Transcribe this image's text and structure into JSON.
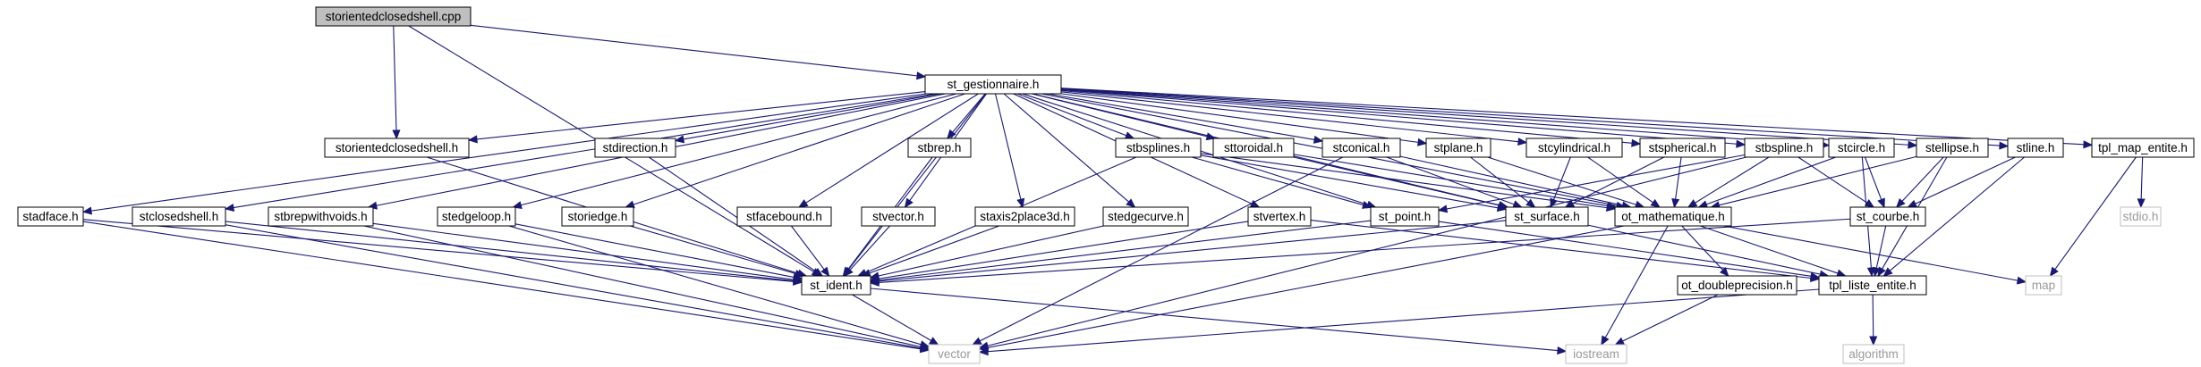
{
  "graph": {
    "root": "storientedclosedshell.cpp",
    "colors": {
      "edge": "#191970",
      "node_border": "#000000",
      "root_fill": "#bfbfbf",
      "external_border": "#bfbfbf",
      "external_text": "#999999",
      "background": "#ffffff"
    },
    "nodes": [
      {
        "id": "n0",
        "label": "storientedclosedshell.cpp",
        "kind": "root"
      },
      {
        "id": "n1",
        "label": "st_gestionnaire.h",
        "kind": "header"
      },
      {
        "id": "n2",
        "label": "storientedclosedshell.h",
        "kind": "header"
      },
      {
        "id": "n3",
        "label": "stadface.h",
        "kind": "header"
      },
      {
        "id": "n4",
        "label": "stclosedshell.h",
        "kind": "header"
      },
      {
        "id": "n5",
        "label": "stbrepwithvoids.h",
        "kind": "header"
      },
      {
        "id": "n6",
        "label": "stedgeloop.h",
        "kind": "header"
      },
      {
        "id": "n7",
        "label": "storiedge.h",
        "kind": "header"
      },
      {
        "id": "n8",
        "label": "stdirection.h",
        "kind": "header"
      },
      {
        "id": "n9",
        "label": "stfacebound.h",
        "kind": "header"
      },
      {
        "id": "n10",
        "label": "stvector.h",
        "kind": "header"
      },
      {
        "id": "n11",
        "label": "stbrep.h",
        "kind": "header"
      },
      {
        "id": "n12",
        "label": "staxis2place3d.h",
        "kind": "header"
      },
      {
        "id": "n13",
        "label": "stedgecurve.h",
        "kind": "header"
      },
      {
        "id": "n14",
        "label": "stbsplines.h",
        "kind": "header"
      },
      {
        "id": "n15",
        "label": "sttoroidal.h",
        "kind": "header"
      },
      {
        "id": "n16",
        "label": "stvertex.h",
        "kind": "header"
      },
      {
        "id": "n17",
        "label": "stconical.h",
        "kind": "header"
      },
      {
        "id": "n18",
        "label": "st_point.h",
        "kind": "header"
      },
      {
        "id": "n19",
        "label": "stplane.h",
        "kind": "header"
      },
      {
        "id": "n20",
        "label": "stcylindrical.h",
        "kind": "header"
      },
      {
        "id": "n21",
        "label": "st_surface.h",
        "kind": "header"
      },
      {
        "id": "n22",
        "label": "stspherical.h",
        "kind": "header"
      },
      {
        "id": "n23",
        "label": "stbspline.h",
        "kind": "header"
      },
      {
        "id": "n24",
        "label": "ot_mathematique.h",
        "kind": "header"
      },
      {
        "id": "n25",
        "label": "stcircle.h",
        "kind": "header"
      },
      {
        "id": "n26",
        "label": "stellipse.h",
        "kind": "header"
      },
      {
        "id": "n27",
        "label": "stline.h",
        "kind": "header"
      },
      {
        "id": "n28",
        "label": "tpl_map_entite.h",
        "kind": "header"
      },
      {
        "id": "n29",
        "label": "st_courbe.h",
        "kind": "header"
      },
      {
        "id": "n30",
        "label": "stdio.h",
        "kind": "external"
      },
      {
        "id": "n31",
        "label": "st_ident.h",
        "kind": "header"
      },
      {
        "id": "n32",
        "label": "ot_doubleprecision.h",
        "kind": "header"
      },
      {
        "id": "n33",
        "label": "tpl_liste_entite.h",
        "kind": "header"
      },
      {
        "id": "n34",
        "label": "map",
        "kind": "external"
      },
      {
        "id": "n35",
        "label": "vector",
        "kind": "external"
      },
      {
        "id": "n36",
        "label": "iostream",
        "kind": "external"
      },
      {
        "id": "n37",
        "label": "algorithm",
        "kind": "external"
      }
    ],
    "edges": [
      [
        "n0",
        "n1"
      ],
      [
        "n0",
        "n2"
      ],
      [
        "n0",
        "n31"
      ],
      [
        "n1",
        "n2"
      ],
      [
        "n1",
        "n3"
      ],
      [
        "n1",
        "n4"
      ],
      [
        "n1",
        "n5"
      ],
      [
        "n1",
        "n6"
      ],
      [
        "n1",
        "n7"
      ],
      [
        "n1",
        "n8"
      ],
      [
        "n1",
        "n9"
      ],
      [
        "n1",
        "n10"
      ],
      [
        "n1",
        "n11"
      ],
      [
        "n1",
        "n12"
      ],
      [
        "n1",
        "n13"
      ],
      [
        "n1",
        "n14"
      ],
      [
        "n1",
        "n15"
      ],
      [
        "n1",
        "n16"
      ],
      [
        "n1",
        "n17"
      ],
      [
        "n1",
        "n18"
      ],
      [
        "n1",
        "n19"
      ],
      [
        "n1",
        "n20"
      ],
      [
        "n1",
        "n21"
      ],
      [
        "n1",
        "n22"
      ],
      [
        "n1",
        "n23"
      ],
      [
        "n1",
        "n24"
      ],
      [
        "n1",
        "n25"
      ],
      [
        "n1",
        "n26"
      ],
      [
        "n1",
        "n27"
      ],
      [
        "n1",
        "n28"
      ],
      [
        "n1",
        "n31"
      ],
      [
        "n2",
        "n31"
      ],
      [
        "n3",
        "n31"
      ],
      [
        "n3",
        "n35"
      ],
      [
        "n4",
        "n31"
      ],
      [
        "n4",
        "n35"
      ],
      [
        "n5",
        "n31"
      ],
      [
        "n5",
        "n35"
      ],
      [
        "n6",
        "n31"
      ],
      [
        "n6",
        "n35"
      ],
      [
        "n7",
        "n31"
      ],
      [
        "n8",
        "n31"
      ],
      [
        "n9",
        "n31"
      ],
      [
        "n10",
        "n31"
      ],
      [
        "n11",
        "n31"
      ],
      [
        "n12",
        "n31"
      ],
      [
        "n13",
        "n31"
      ],
      [
        "n14",
        "n18"
      ],
      [
        "n14",
        "n21"
      ],
      [
        "n14",
        "n24"
      ],
      [
        "n14",
        "n31"
      ],
      [
        "n15",
        "n21"
      ],
      [
        "n15",
        "n24"
      ],
      [
        "n16",
        "n31"
      ],
      [
        "n16",
        "n33"
      ],
      [
        "n17",
        "n21"
      ],
      [
        "n17",
        "n24"
      ],
      [
        "n17",
        "n35"
      ],
      [
        "n18",
        "n31"
      ],
      [
        "n18",
        "n33"
      ],
      [
        "n19",
        "n21"
      ],
      [
        "n19",
        "n24"
      ],
      [
        "n20",
        "n21"
      ],
      [
        "n20",
        "n24"
      ],
      [
        "n21",
        "n31"
      ],
      [
        "n21",
        "n33"
      ],
      [
        "n22",
        "n21"
      ],
      [
        "n22",
        "n24"
      ],
      [
        "n23",
        "n18"
      ],
      [
        "n23",
        "n24"
      ],
      [
        "n23",
        "n29"
      ],
      [
        "n23",
        "n35"
      ],
      [
        "n24",
        "n32"
      ],
      [
        "n24",
        "n33"
      ],
      [
        "n24",
        "n34"
      ],
      [
        "n24",
        "n35"
      ],
      [
        "n24",
        "n36"
      ],
      [
        "n25",
        "n24"
      ],
      [
        "n25",
        "n29"
      ],
      [
        "n25",
        "n33"
      ],
      [
        "n26",
        "n24"
      ],
      [
        "n26",
        "n29"
      ],
      [
        "n26",
        "n33"
      ],
      [
        "n27",
        "n29"
      ],
      [
        "n27",
        "n33"
      ],
      [
        "n28",
        "n30"
      ],
      [
        "n28",
        "n34"
      ],
      [
        "n29",
        "n31"
      ],
      [
        "n29",
        "n33"
      ],
      [
        "n31",
        "n35"
      ],
      [
        "n31",
        "n36"
      ],
      [
        "n32",
        "n36"
      ],
      [
        "n33",
        "n35"
      ],
      [
        "n33",
        "n37"
      ]
    ]
  }
}
